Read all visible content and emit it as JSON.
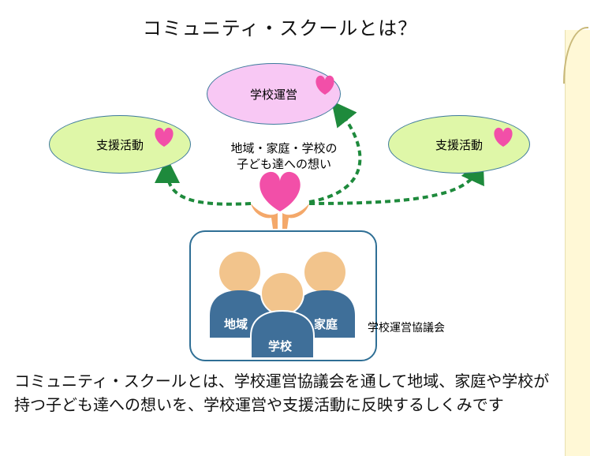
{
  "title": "コミュニティ・スクールとは？",
  "nodes": {
    "top": "学校運営",
    "left": "支援活動",
    "right": "支援活動"
  },
  "center_text": [
    "地域・家庭・学校の",
    "子ども達への想い"
  ],
  "people": {
    "left": "地域",
    "right": "家庭",
    "center": "学校"
  },
  "council_label": "学校運営協議会",
  "caption": "コミュニティ・スクールとは、学校運営協議会を通して地域、家庭や学校が持つ子ども達への想いを、学校運営や支援活動に反映するしくみです",
  "colors": {
    "support_fill": "#dff7a8",
    "management_fill": "#f8c8f4",
    "arrow": "#1e8a3c",
    "heart": "#f24fa8",
    "person_body": "#3f6f99",
    "person_head": "#f2c48c",
    "border": "#2f6f95"
  }
}
